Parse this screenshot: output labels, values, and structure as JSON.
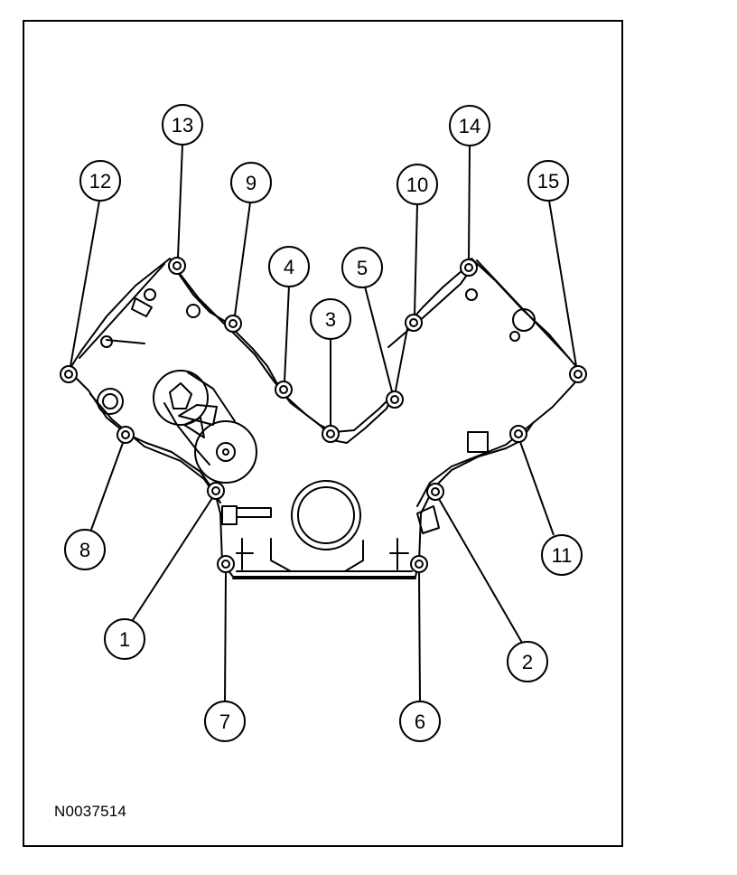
{
  "figure_id": "N0037514",
  "callouts": [
    {
      "label": "1"
    },
    {
      "label": "2"
    },
    {
      "label": "3"
    },
    {
      "label": "4"
    },
    {
      "label": "5"
    },
    {
      "label": "6"
    },
    {
      "label": "7"
    },
    {
      "label": "8"
    },
    {
      "label": "9"
    },
    {
      "label": "10"
    },
    {
      "label": "11"
    },
    {
      "label": "12"
    },
    {
      "label": "13"
    },
    {
      "label": "14"
    },
    {
      "label": "15"
    }
  ]
}
